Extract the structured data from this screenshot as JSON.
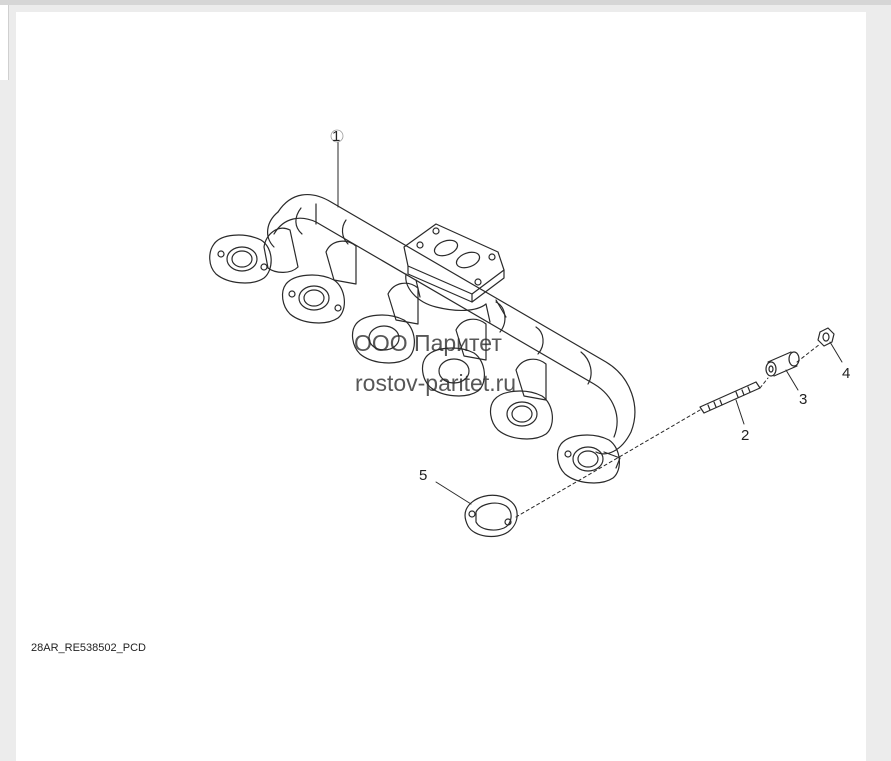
{
  "diagram": {
    "callouts": [
      {
        "id": "1",
        "label": "1"
      },
      {
        "id": "2",
        "label": "2"
      },
      {
        "id": "3",
        "label": "3"
      },
      {
        "id": "4",
        "label": "4"
      },
      {
        "id": "5",
        "label": "5"
      }
    ],
    "drawing_code": "28AR_RE538502_PCD"
  },
  "watermark": {
    "line1": "ООО Паритет",
    "line2": "rostov-paritet.ru"
  },
  "colors": {
    "line": "#2a2a2a",
    "background": "#ffffff",
    "page": "#ececec"
  }
}
